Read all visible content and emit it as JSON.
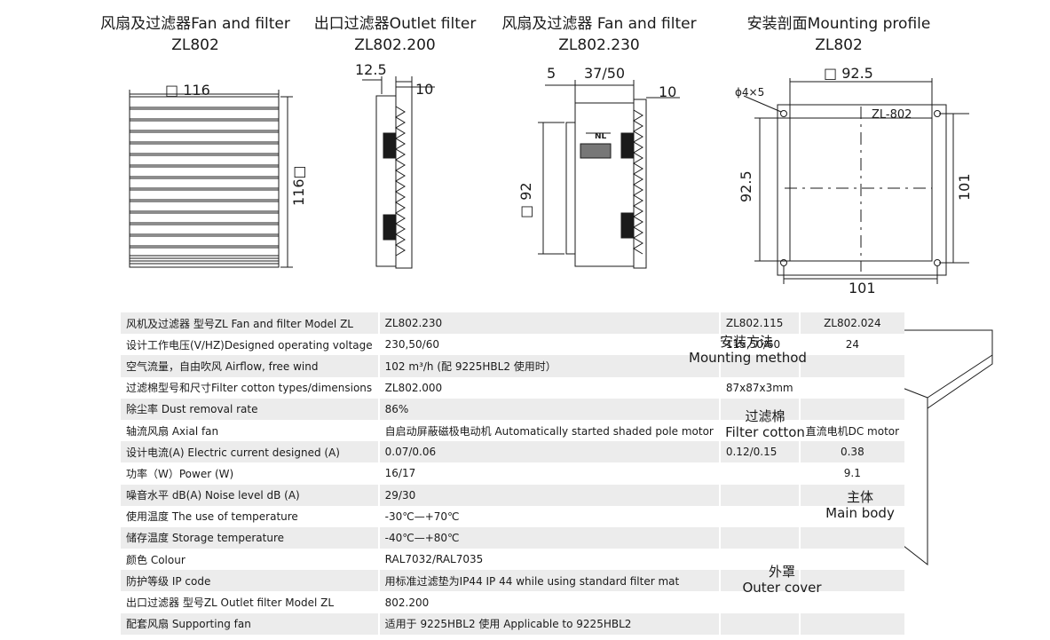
{
  "titles": [
    {
      "cn_en": "风扇及过滤器Fan and filter",
      "model": "ZL802"
    },
    {
      "cn_en": "出口过滤器Outlet filter",
      "model": "ZL802.200"
    },
    {
      "cn_en": "风扇及过滤器 Fan and filter",
      "model": "ZL802.230"
    },
    {
      "cn_en": "安装剖面Mounting profile",
      "model": "ZL802"
    }
  ],
  "dimensions": {
    "d1_width": "□ 116",
    "d1_height": "116□",
    "d2_top": "12.5",
    "d2_right": "10",
    "d3_a": "5",
    "d3_b": "37/50",
    "d3_c": "10",
    "d3_height": "□ 92",
    "d3_nl": "NL",
    "d4_top": "□  92.5",
    "d4_hole": "ϕ4×5",
    "d4_label": "ZL-802",
    "d4_left": "92.5",
    "d4_right": "101",
    "d4_bottom": "101"
  },
  "spec_rows": [
    [
      "风机及过滤器  型号ZL   Fan and filter  Model ZL",
      "ZL802.230",
      "ZL802.115",
      "ZL802.024"
    ],
    [
      "设计工作电压(V/HZ)Designed operating voltage",
      "230,50/60",
      "115,50/60",
      "24"
    ],
    [
      "空气流量，自由吹风 Airflow, free wind",
      "102 m³/h        (配    9225HBL2  使用时）",
      "",
      ""
    ],
    [
      "过滤棉型号和尺寸Filter cotton types/dimensions",
      "                    ZL802.000",
      "87x87x3mm",
      ""
    ],
    [
      "除尘率 Dust removal rate",
      "86%",
      "",
      ""
    ],
    [
      "轴流风扇 Axial fan",
      "自启动屏蔽磁极电动机  Automatically started shaded pole motor",
      "",
      "直流电机DC motor"
    ],
    [
      "设计电流(A)  Electric current designed (A)",
      "0.07/0.06",
      "0.12/0.15",
      "0.38"
    ],
    [
      "功率（W）Power (W)",
      "16/17",
      "",
      "9.1"
    ],
    [
      "噪音水平 dB(A) Noise level dB (A)",
      "29/30",
      "",
      ""
    ],
    [
      "使用温度 The use of temperature",
      "-30℃—+70℃",
      "",
      ""
    ],
    [
      "储存温度 Storage temperature",
      "-40℃—+80℃",
      "",
      ""
    ],
    [
      "颜色 Colour",
      "RAL7032/RAL7035",
      "",
      ""
    ],
    [
      "防护等级 IP code",
      "用标准过滤垫为IP44   IP 44 while using standard filter mat",
      "",
      ""
    ],
    [
      "出口过滤器  型号ZL   Outlet filter  Model ZL",
      "802.200",
      "",
      ""
    ],
    [
      "配套风扇 Supporting fan",
      "适用于  9225HBL2    使用    Applicable to 9225HBL2",
      "",
      ""
    ]
  ],
  "install": {
    "method_cn": "安装方法",
    "method_en": "Mounting method",
    "cotton_cn": "过滤棉",
    "cotton_en": "Filter cotton",
    "body_cn": "主体",
    "body_en": "Main body",
    "cover_cn": "外罩",
    "cover_en": "Outer cover"
  }
}
